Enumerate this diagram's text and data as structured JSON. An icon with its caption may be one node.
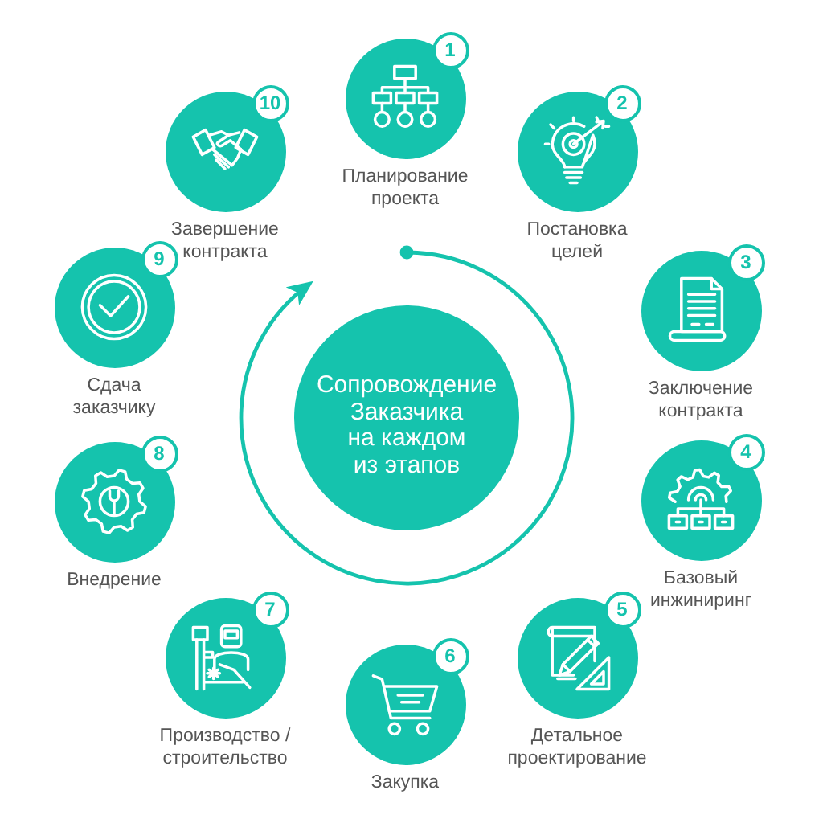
{
  "diagram": {
    "nodes": [
      {
        "text": [
          "1",
          "Планирование проекта"
        ]
      },
      {
        "text": [
          "2",
          "Постановка целей"
        ]
      },
      {
        "text": [
          "3",
          "Заключение контракта"
        ]
      },
      {
        "text": [
          "4",
          "Базовый инжиниринг"
        ]
      },
      {
        "text": [
          "5",
          "Детальное проектирование"
        ]
      },
      {
        "text": [
          "6",
          "Закупка"
        ]
      },
      {
        "text": [
          "7",
          "Производство / строительство"
        ]
      },
      {
        "text": [
          "8",
          "Внедрение"
        ]
      },
      {
        "text": [
          "9",
          "Сдача заказчику"
        ]
      },
      {
        "text": [
          "10",
          "Завершение контракта"
        ]
      },
      {
        "text": [
          "Сопровождение Заказчика на каждом из этапов"
        ]
      }
    ]
  }
}
